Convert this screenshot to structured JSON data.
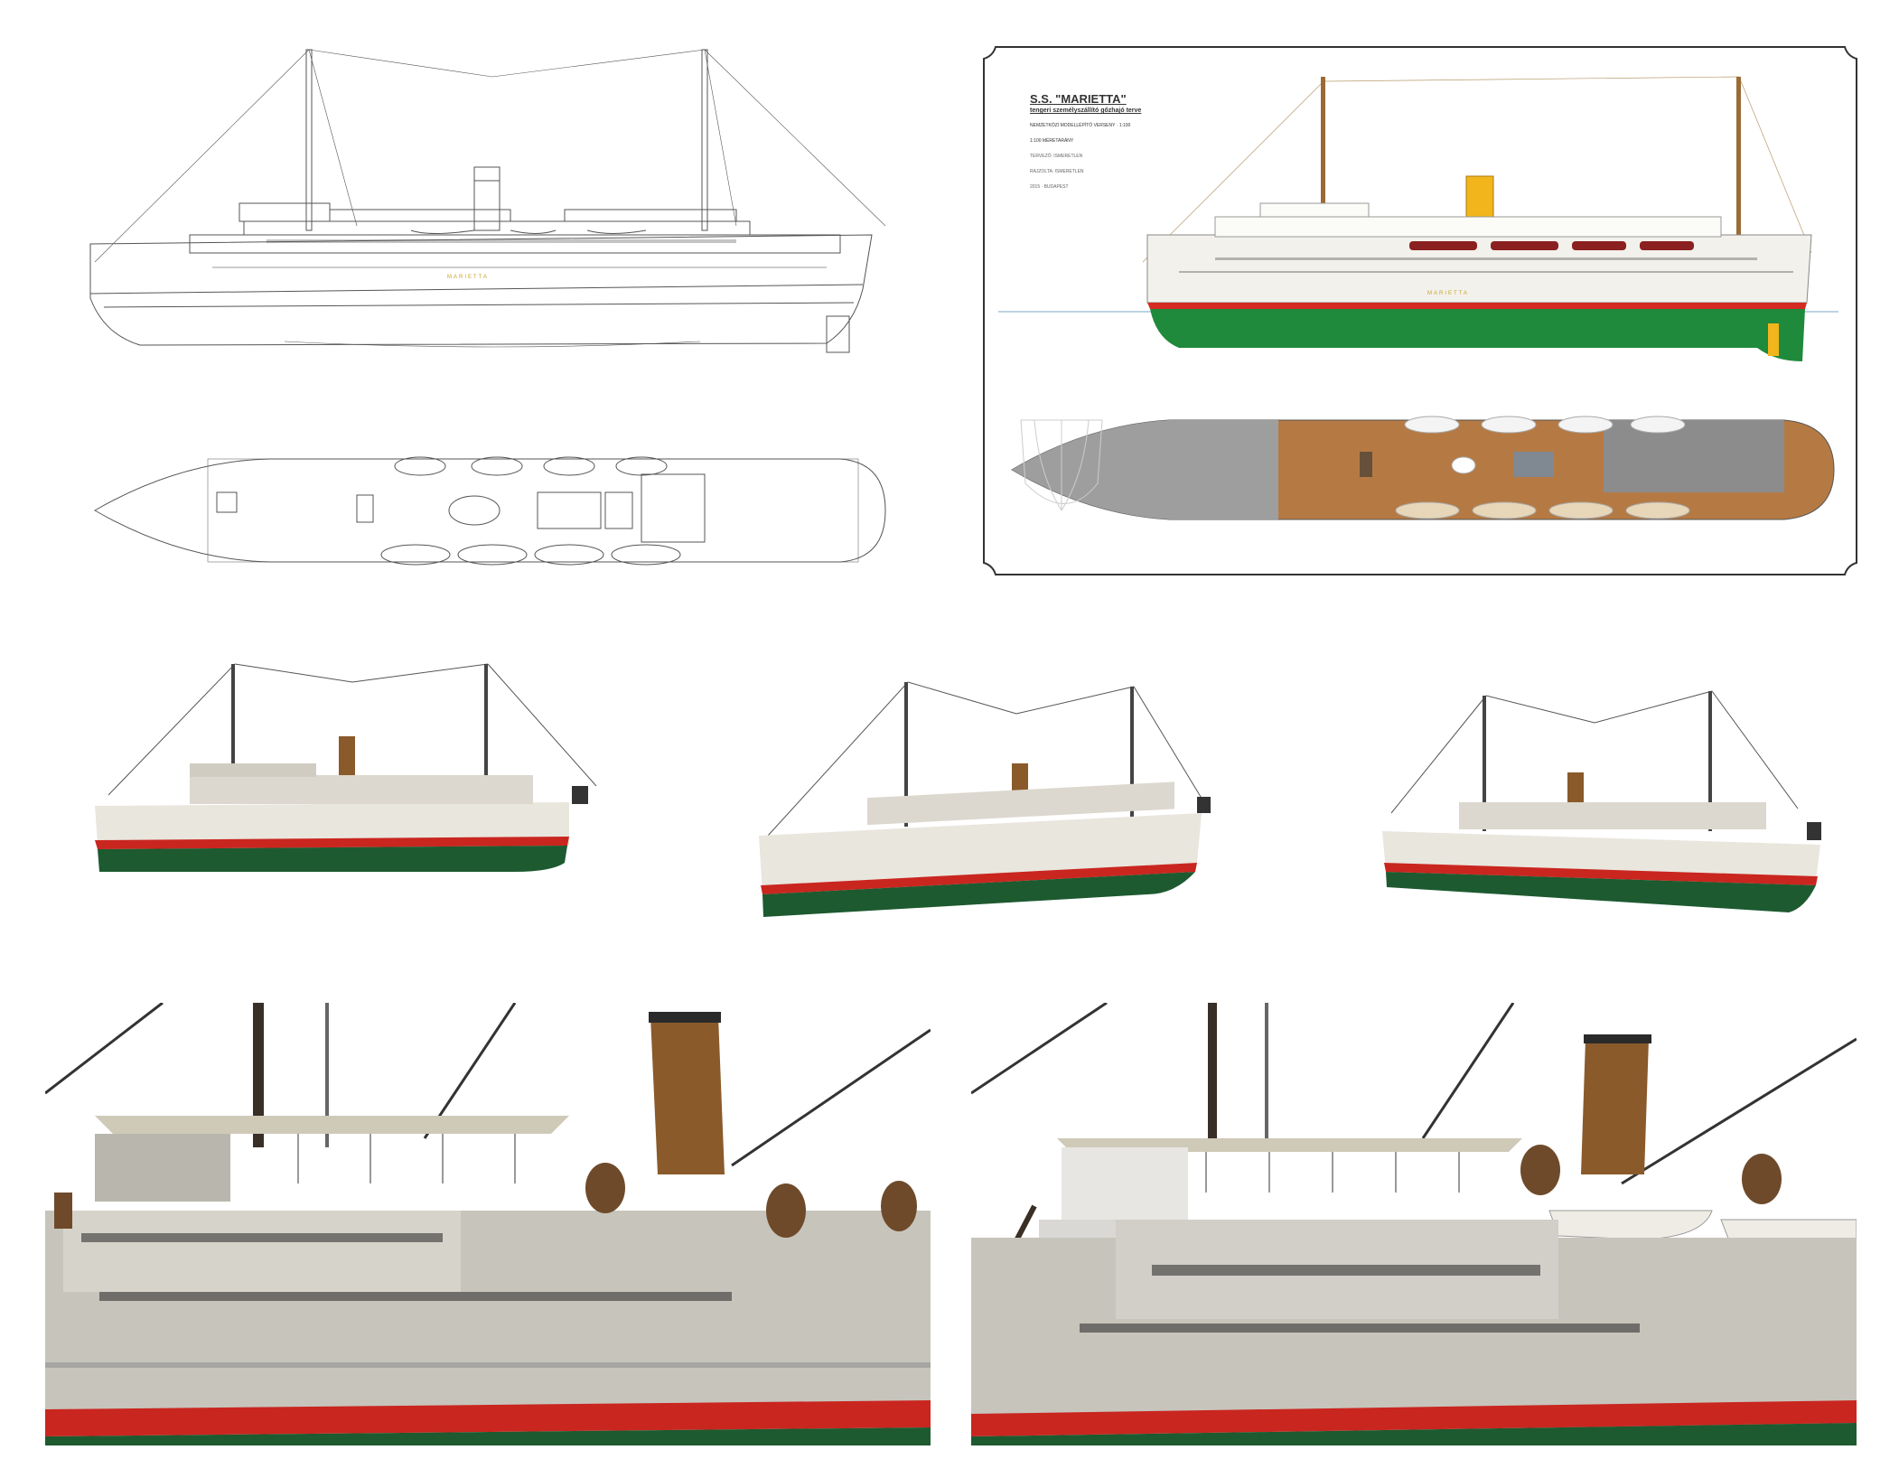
{
  "sheet": {
    "title": "S.S. \"MARIETTA\"",
    "subtitle": "tengeri személyszállító gőzhajó terve",
    "line1": "NEMZETKÖZI MODELLÉPÍTŐ VERSENY · 1:100",
    "line2": "1:100 MÉRETARÁNY",
    "line3": "TERVEZŐ: ISMERETLEN",
    "line4": "RAJZOLTA: ISMERETLEN",
    "line5": "2015 · BUDAPEST"
  },
  "hull_name": "MARIETTA",
  "colors": {
    "hull_green": "#1f8a3c",
    "boot_red": "#d42a22",
    "funnel_yellow": "#f2b51c",
    "funnel_bronze": "#8a5a2b",
    "deck_wood": "#b57a44",
    "hull_white": "#e9e6de",
    "line_gray": "#555555"
  }
}
